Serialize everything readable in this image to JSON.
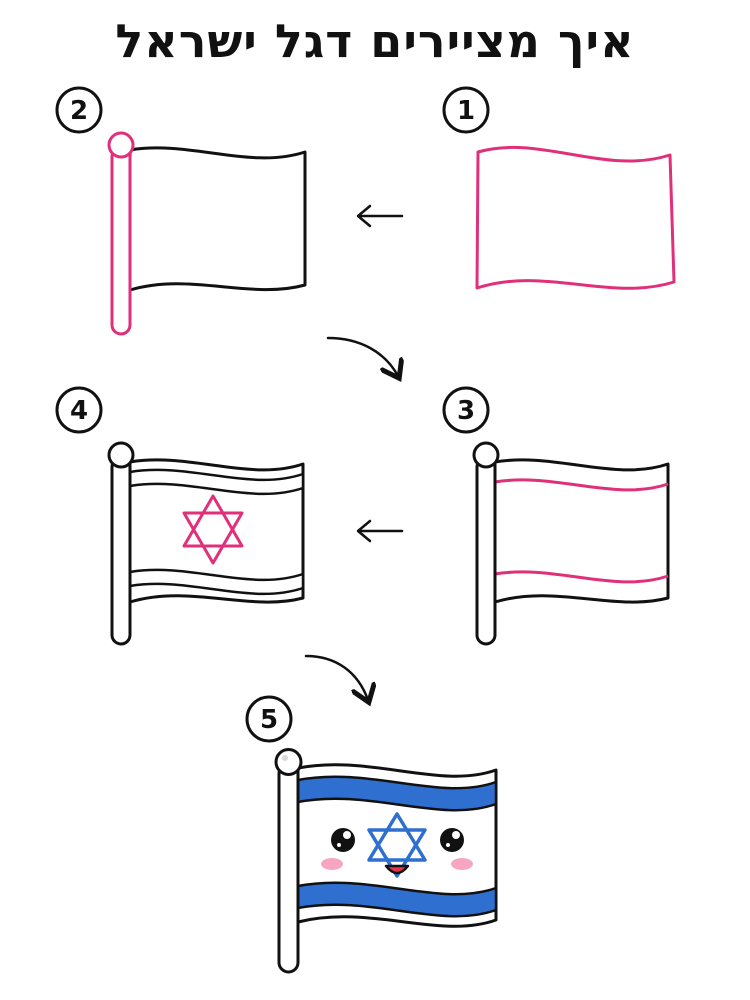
{
  "title": "איך מציירים דגל ישראל",
  "steps": [
    {
      "number": "1"
    },
    {
      "number": "2"
    },
    {
      "number": "3"
    },
    {
      "number": "4"
    },
    {
      "number": "5"
    }
  ],
  "colors": {
    "outline": "#111111",
    "highlight": "#e0307a",
    "flag_blue": "#2f6fd0",
    "cheek_pink": "#f6a7bf",
    "mouth_red": "#e8344a"
  }
}
